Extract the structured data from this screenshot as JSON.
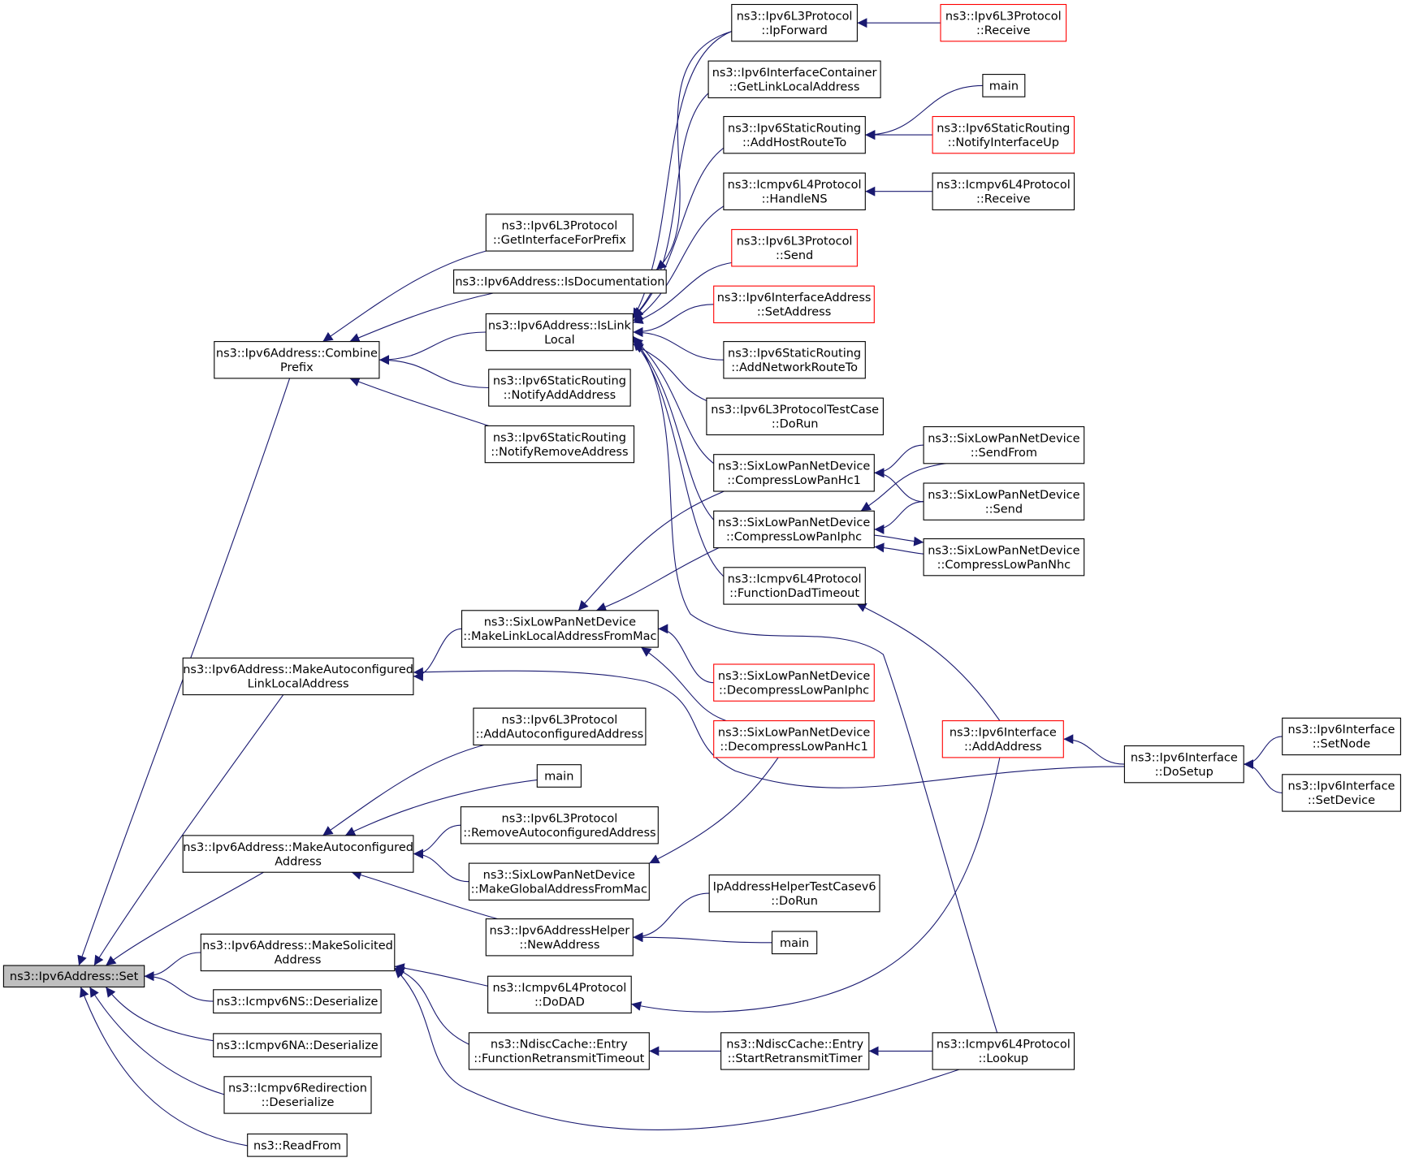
{
  "colors": {
    "edge": "#191970",
    "root_fill": "#bfbfbf",
    "truncated_border": "#ff0000",
    "border": "#000000"
  },
  "nodes": [
    {
      "id": "set",
      "lines": [
        "ns3::Ipv6Address::Set"
      ],
      "root": true
    },
    {
      "id": "combine",
      "lines": [
        "ns3::Ipv6Address::Combine",
        "Prefix"
      ]
    },
    {
      "id": "mkllauto",
      "lines": [
        "ns3::Ipv6Address::MakeAutoconfigured",
        "LinkLocalAddress"
      ]
    },
    {
      "id": "mkauto",
      "lines": [
        "ns3::Ipv6Address::MakeAutoconfigured",
        "Address"
      ]
    },
    {
      "id": "mksol",
      "lines": [
        "ns3::Ipv6Address::MakeSolicited",
        "Address"
      ]
    },
    {
      "id": "nsdes",
      "lines": [
        "ns3::Icmpv6NS::Deserialize"
      ]
    },
    {
      "id": "nades",
      "lines": [
        "ns3::Icmpv6NA::Deserialize"
      ]
    },
    {
      "id": "redir",
      "lines": [
        "ns3::Icmpv6Redirection",
        "::Deserialize"
      ]
    },
    {
      "id": "readfrom",
      "lines": [
        "ns3::ReadFrom"
      ]
    },
    {
      "id": "getif",
      "lines": [
        "ns3::Ipv6L3Protocol",
        "::GetInterfaceForPrefix"
      ]
    },
    {
      "id": "isdoc",
      "lines": [
        "ns3::Ipv6Address::IsDocumentation"
      ]
    },
    {
      "id": "isll",
      "lines": [
        "ns3::Ipv6Address::IsLink",
        "Local"
      ]
    },
    {
      "id": "notifyadd",
      "lines": [
        "ns3::Ipv6StaticRouting",
        "::NotifyAddAddress"
      ]
    },
    {
      "id": "notifyrem",
      "lines": [
        "ns3::Ipv6StaticRouting",
        "::NotifyRemoveAddress"
      ]
    },
    {
      "id": "mkllmac",
      "lines": [
        "ns3::SixLowPanNetDevice",
        "::MakeLinkLocalAddressFromMac"
      ]
    },
    {
      "id": "addauto",
      "lines": [
        "ns3::Ipv6L3Protocol",
        "::AddAutoconfiguredAddress"
      ]
    },
    {
      "id": "main1",
      "lines": [
        "main"
      ]
    },
    {
      "id": "remauto",
      "lines": [
        "ns3::Ipv6L3Protocol",
        "::RemoveAutoconfiguredAddress"
      ]
    },
    {
      "id": "mkglob",
      "lines": [
        "ns3::SixLowPanNetDevice",
        "::MakeGlobalAddressFromMac"
      ]
    },
    {
      "id": "newaddr",
      "lines": [
        "ns3::Ipv6AddressHelper",
        "::NewAddress"
      ]
    },
    {
      "id": "dodad",
      "lines": [
        "ns3::Icmpv6L4Protocol",
        "::DoDAD"
      ]
    },
    {
      "id": "frt",
      "lines": [
        "ns3::NdiscCache::Entry",
        "::FunctionRetransmitTimeout"
      ]
    },
    {
      "id": "ipfwd",
      "lines": [
        "ns3::Ipv6L3Protocol",
        "::IpForward"
      ]
    },
    {
      "id": "getll",
      "lines": [
        "ns3::Ipv6InterfaceContainer",
        "::GetLinkLocalAddress"
      ]
    },
    {
      "id": "addhost",
      "lines": [
        "ns3::Ipv6StaticRouting",
        "::AddHostRouteTo"
      ]
    },
    {
      "id": "handlens",
      "lines": [
        "ns3::Icmpv6L4Protocol",
        "::HandleNS"
      ]
    },
    {
      "id": "l3send",
      "lines": [
        "ns3::Ipv6L3Protocol",
        "::Send"
      ],
      "red": true
    },
    {
      "id": "setaddr",
      "lines": [
        "ns3::Ipv6InterfaceAddress",
        "::SetAddress"
      ],
      "red": true
    },
    {
      "id": "addnet",
      "lines": [
        "ns3::Ipv6StaticRouting",
        "::AddNetworkRouteTo"
      ]
    },
    {
      "id": "l3test",
      "lines": [
        "ns3::Ipv6L3ProtocolTestCase",
        "::DoRun"
      ]
    },
    {
      "id": "hc1",
      "lines": [
        "ns3::SixLowPanNetDevice",
        "::CompressLowPanHc1"
      ]
    },
    {
      "id": "iphc",
      "lines": [
        "ns3::SixLowPanNetDevice",
        "::CompressLowPanIphc"
      ]
    },
    {
      "id": "fdad",
      "lines": [
        "ns3::Icmpv6L4Protocol",
        "::FunctionDadTimeout"
      ]
    },
    {
      "id": "deciphc",
      "lines": [
        "ns3::SixLowPanNetDevice",
        "::DecompressLowPanIphc"
      ],
      "red": true
    },
    {
      "id": "dechc1",
      "lines": [
        "ns3::SixLowPanNetDevice",
        "::DecompressLowPanHc1"
      ],
      "red": true
    },
    {
      "id": "iphelper",
      "lines": [
        "IpAddressHelperTestCasev6",
        "::DoRun"
      ]
    },
    {
      "id": "main3",
      "lines": [
        "main"
      ]
    },
    {
      "id": "startrt",
      "lines": [
        "ns3::NdiscCache::Entry",
        "::StartRetransmitTimer"
      ]
    },
    {
      "id": "l3recv",
      "lines": [
        "ns3::Ipv6L3Protocol",
        "::Receive"
      ],
      "red": true
    },
    {
      "id": "main2",
      "lines": [
        "main"
      ]
    },
    {
      "id": "notifyup",
      "lines": [
        "ns3::Ipv6StaticRouting",
        "::NotifyInterfaceUp"
      ],
      "red": true
    },
    {
      "id": "icmprecv",
      "lines": [
        "ns3::Icmpv6L4Protocol",
        "::Receive"
      ]
    },
    {
      "id": "sendfrom",
      "lines": [
        "ns3::SixLowPanNetDevice",
        "::SendFrom"
      ]
    },
    {
      "id": "send",
      "lines": [
        "ns3::SixLowPanNetDevice",
        "::Send"
      ]
    },
    {
      "id": "nhc",
      "lines": [
        "ns3::SixLowPanNetDevice",
        "::CompressLowPanNhc"
      ]
    },
    {
      "id": "ifaddaddr",
      "lines": [
        "ns3::Ipv6Interface",
        "::AddAddress"
      ],
      "red": true
    },
    {
      "id": "lookup",
      "lines": [
        "ns3::Icmpv6L4Protocol",
        "::Lookup"
      ]
    },
    {
      "id": "dosetup",
      "lines": [
        "ns3::Ipv6Interface",
        "::DoSetup"
      ]
    },
    {
      "id": "setnode",
      "lines": [
        "ns3::Ipv6Interface",
        "::SetNode"
      ]
    },
    {
      "id": "setdev",
      "lines": [
        "ns3::Ipv6Interface",
        "::SetDevice"
      ]
    }
  ],
  "edges": [
    [
      "combine",
      "set"
    ],
    [
      "mkllauto",
      "set"
    ],
    [
      "mkauto",
      "set"
    ],
    [
      "mksol",
      "set"
    ],
    [
      "nsdes",
      "set"
    ],
    [
      "nades",
      "set"
    ],
    [
      "redir",
      "set"
    ],
    [
      "readfrom",
      "set"
    ],
    [
      "getif",
      "combine"
    ],
    [
      "isdoc",
      "combine"
    ],
    [
      "isll",
      "combine"
    ],
    [
      "notifyadd",
      "combine"
    ],
    [
      "notifyrem",
      "combine"
    ],
    [
      "mkllmac",
      "mkllauto"
    ],
    [
      "dosetup",
      "mkllauto"
    ],
    [
      "addauto",
      "mkauto"
    ],
    [
      "main1",
      "mkauto"
    ],
    [
      "remauto",
      "mkauto"
    ],
    [
      "mkglob",
      "mkauto"
    ],
    [
      "newaddr",
      "mkauto"
    ],
    [
      "dodad",
      "mksol"
    ],
    [
      "frt",
      "mksol"
    ],
    [
      "lookup",
      "mksol"
    ],
    [
      "ipfwd",
      "isdoc"
    ],
    [
      "ipfwd",
      "isll"
    ],
    [
      "getll",
      "isll"
    ],
    [
      "addhost",
      "isll"
    ],
    [
      "handlens",
      "isll"
    ],
    [
      "l3send",
      "isll"
    ],
    [
      "setaddr",
      "isll"
    ],
    [
      "addnet",
      "isll"
    ],
    [
      "l3test",
      "isll"
    ],
    [
      "hc1",
      "isll"
    ],
    [
      "iphc",
      "isll"
    ],
    [
      "fdad",
      "isll"
    ],
    [
      "lookup",
      "isll"
    ],
    [
      "hc1",
      "mkllmac"
    ],
    [
      "iphc",
      "mkllmac"
    ],
    [
      "deciphc",
      "mkllmac"
    ],
    [
      "dechc1",
      "mkllmac"
    ],
    [
      "dechc1",
      "mkglob"
    ],
    [
      "iphelper",
      "newaddr"
    ],
    [
      "main3",
      "newaddr"
    ],
    [
      "ifaddaddr",
      "dodad"
    ],
    [
      "startrt",
      "frt"
    ],
    [
      "l3recv",
      "ipfwd"
    ],
    [
      "main2",
      "addhost"
    ],
    [
      "notifyup",
      "addhost"
    ],
    [
      "icmprecv",
      "handlens"
    ],
    [
      "sendfrom",
      "hc1"
    ],
    [
      "send",
      "hc1"
    ],
    [
      "sendfrom",
      "iphc"
    ],
    [
      "send",
      "iphc"
    ],
    [
      "nhc",
      "iphc"
    ],
    [
      "iphc",
      "nhc"
    ],
    [
      "ifaddaddr",
      "fdad"
    ],
    [
      "lookup",
      "startrt"
    ],
    [
      "dosetup",
      "ifaddaddr"
    ],
    [
      "setnode",
      "dosetup"
    ],
    [
      "setdev",
      "dosetup"
    ]
  ]
}
